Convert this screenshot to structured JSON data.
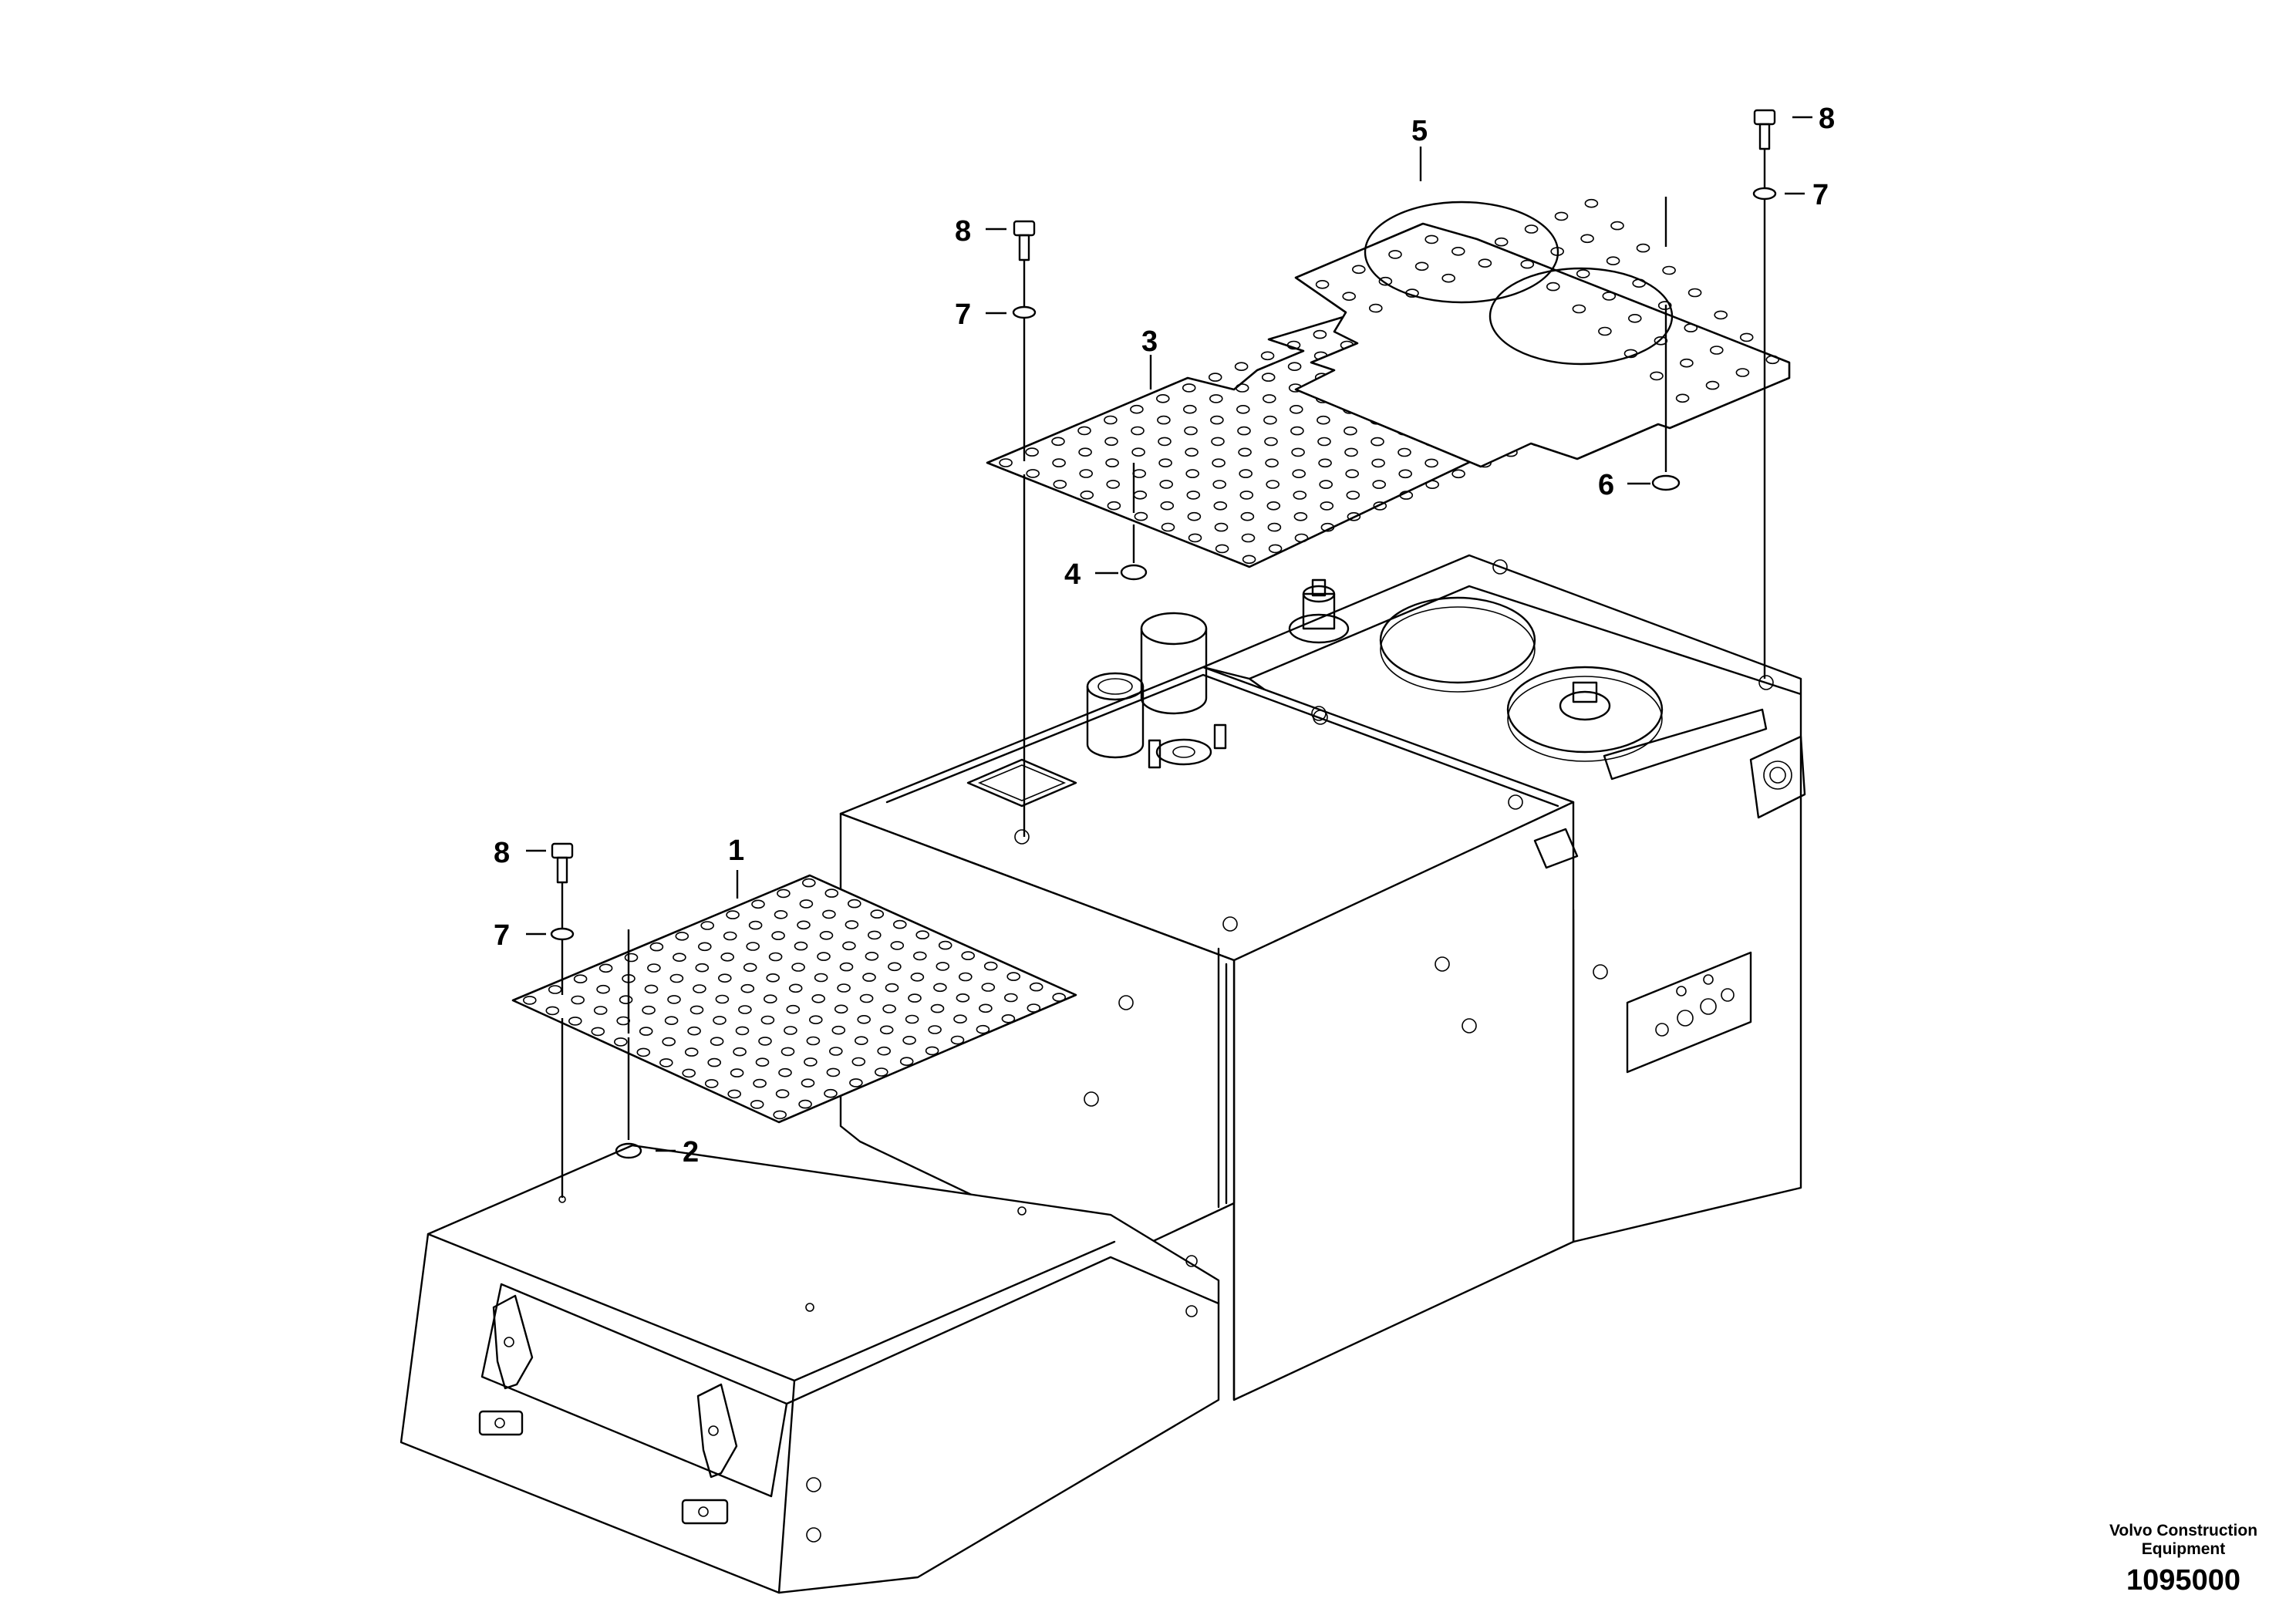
{
  "callouts": {
    "c1": "1",
    "c2": "2",
    "c3": "3",
    "c4": "4",
    "c5": "5",
    "c6": "6",
    "c7a": "7",
    "c7b": "7",
    "c7c": "7",
    "c8a": "8",
    "c8b": "8",
    "c8c": "8"
  },
  "footer": {
    "company_line1": "Volvo Construction",
    "company_line2": "Equipment",
    "part_number": "1095000"
  }
}
